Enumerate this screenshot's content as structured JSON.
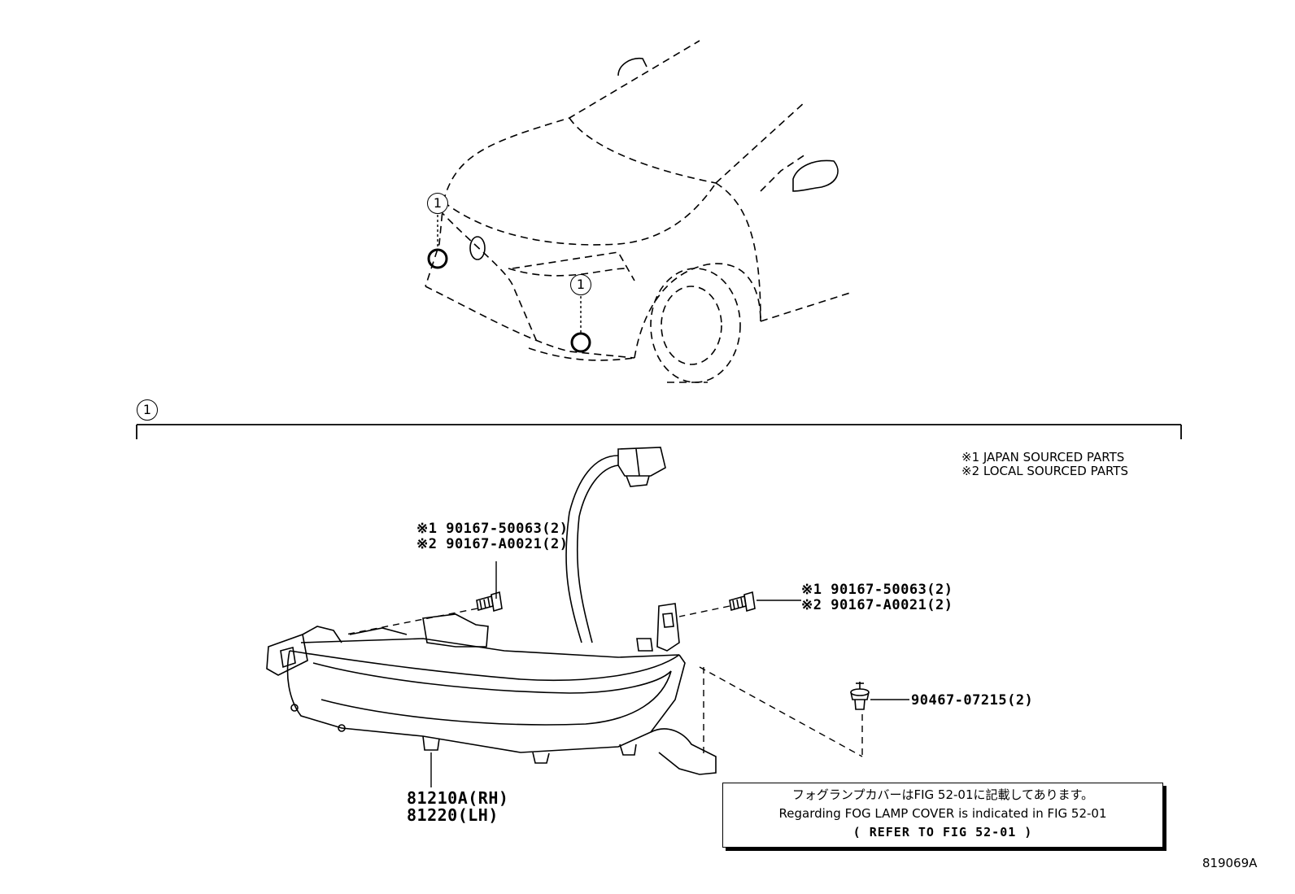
{
  "callouts": {
    "vehicle_left": "1",
    "vehicle_right": "1",
    "section": "1"
  },
  "legend": {
    "line1": "※1 JAPAN SOURCED PARTS",
    "line2": "※2 LOCAL SOURCED PARTS"
  },
  "parts": {
    "screw_left_1": "※1 90167-50063(2)",
    "screw_left_2": "※2 90167-A0021(2)",
    "screw_right_1": "※1 90167-50063(2)",
    "screw_right_2": "※2 90167-A0021(2)",
    "clip": "90467-07215(2)",
    "lamp_rh": "81210A(RH)",
    "lamp_lh": "81220(LH)"
  },
  "note": {
    "japanese": "フォグランプカバーはFIG 52-01に記載してあります。",
    "english": "Regarding FOG LAMP COVER is indicated in FIG 52-01",
    "refer": "(  REFER TO FIG 52-01  )"
  },
  "figure_code": "819069A"
}
